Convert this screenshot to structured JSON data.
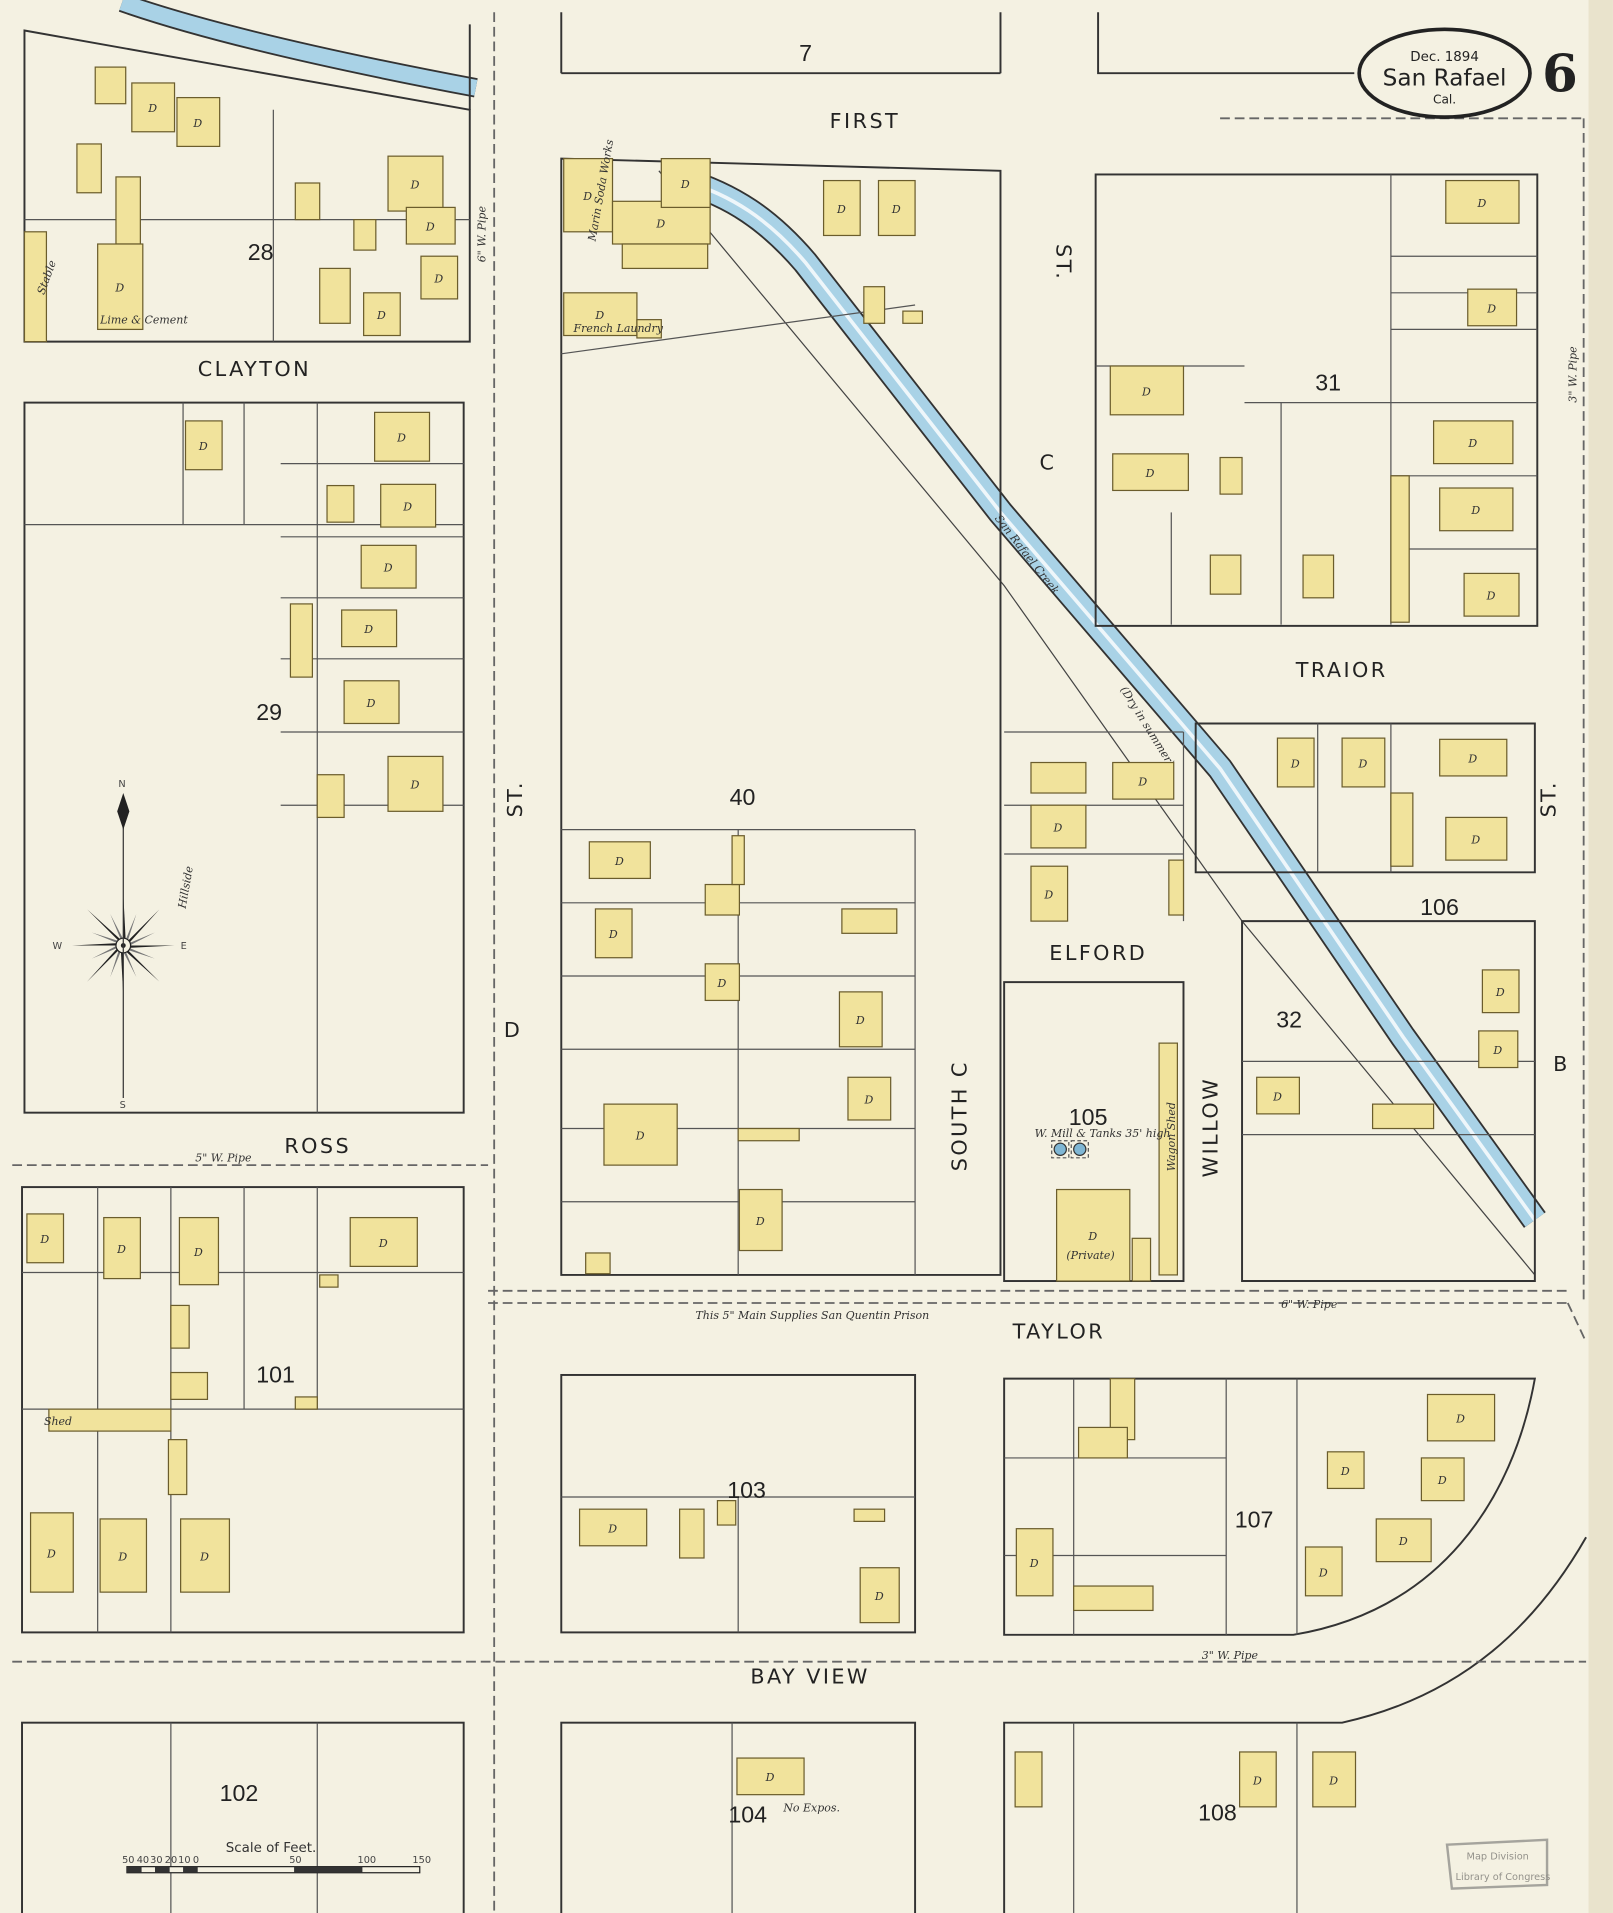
{
  "title_cartouche": {
    "date": "Dec. 1894",
    "city": "San Rafael",
    "state": "Cal.",
    "sheet_number": "6"
  },
  "adjacent_sheet": "7",
  "streets": {
    "first": "FIRST",
    "clayton": "CLAYTON",
    "traior": "TRAIOR",
    "elford": "ELFORD",
    "ross": "ROSS",
    "taylor": "TAYLOR",
    "bay_view": "BAY VIEW",
    "d_st": "D",
    "d_st_suffix": "ST.",
    "c_st": "C",
    "c_st_suffix": "ST.",
    "south_c": "SOUTH C",
    "willow": "WILLOW",
    "b_st": "B",
    "b_st_suffix": "ST."
  },
  "blocks": [
    "28",
    "29",
    "40",
    "31",
    "106",
    "32",
    "105",
    "101",
    "103",
    "107",
    "102",
    "104",
    "108"
  ],
  "features": {
    "creek": "San Rafael Creek",
    "creek_note": "(Dry in summer)",
    "hillside": "Hillside",
    "water_main_note": "This 5\" Main Supplies San Quentin Prison",
    "pipe_5in": "5\" W. Pipe",
    "pipe_6in": "6\" W. Pipe",
    "pipe_3in": "3\" W. Pipe",
    "soda_works": "Marin Soda Works",
    "laundry": "French Laundry",
    "lime_cement": "Lime & Cement",
    "stable": "Stable",
    "shed": "Shed",
    "wagon_shed": "Wagon Shed",
    "private": "(Private)",
    "windmill": "W. Mill & Tanks 35' high",
    "no_expos": "No Expos.",
    "dwelling": "D"
  },
  "compass": {
    "n": "N",
    "s": "S",
    "e": "E",
    "w": "W"
  },
  "scale": {
    "label": "Scale of Feet.",
    "ticks": [
      "50",
      "40",
      "30",
      "20",
      "10",
      "0",
      "50",
      "100",
      "150"
    ]
  },
  "stamp": {
    "line1": "Map Division",
    "line2": "Library of Congress"
  },
  "colors": {
    "paper": "#f4f1e2",
    "building": "#f1e39c",
    "water": "#a9d2e6",
    "ink": "#222222"
  }
}
